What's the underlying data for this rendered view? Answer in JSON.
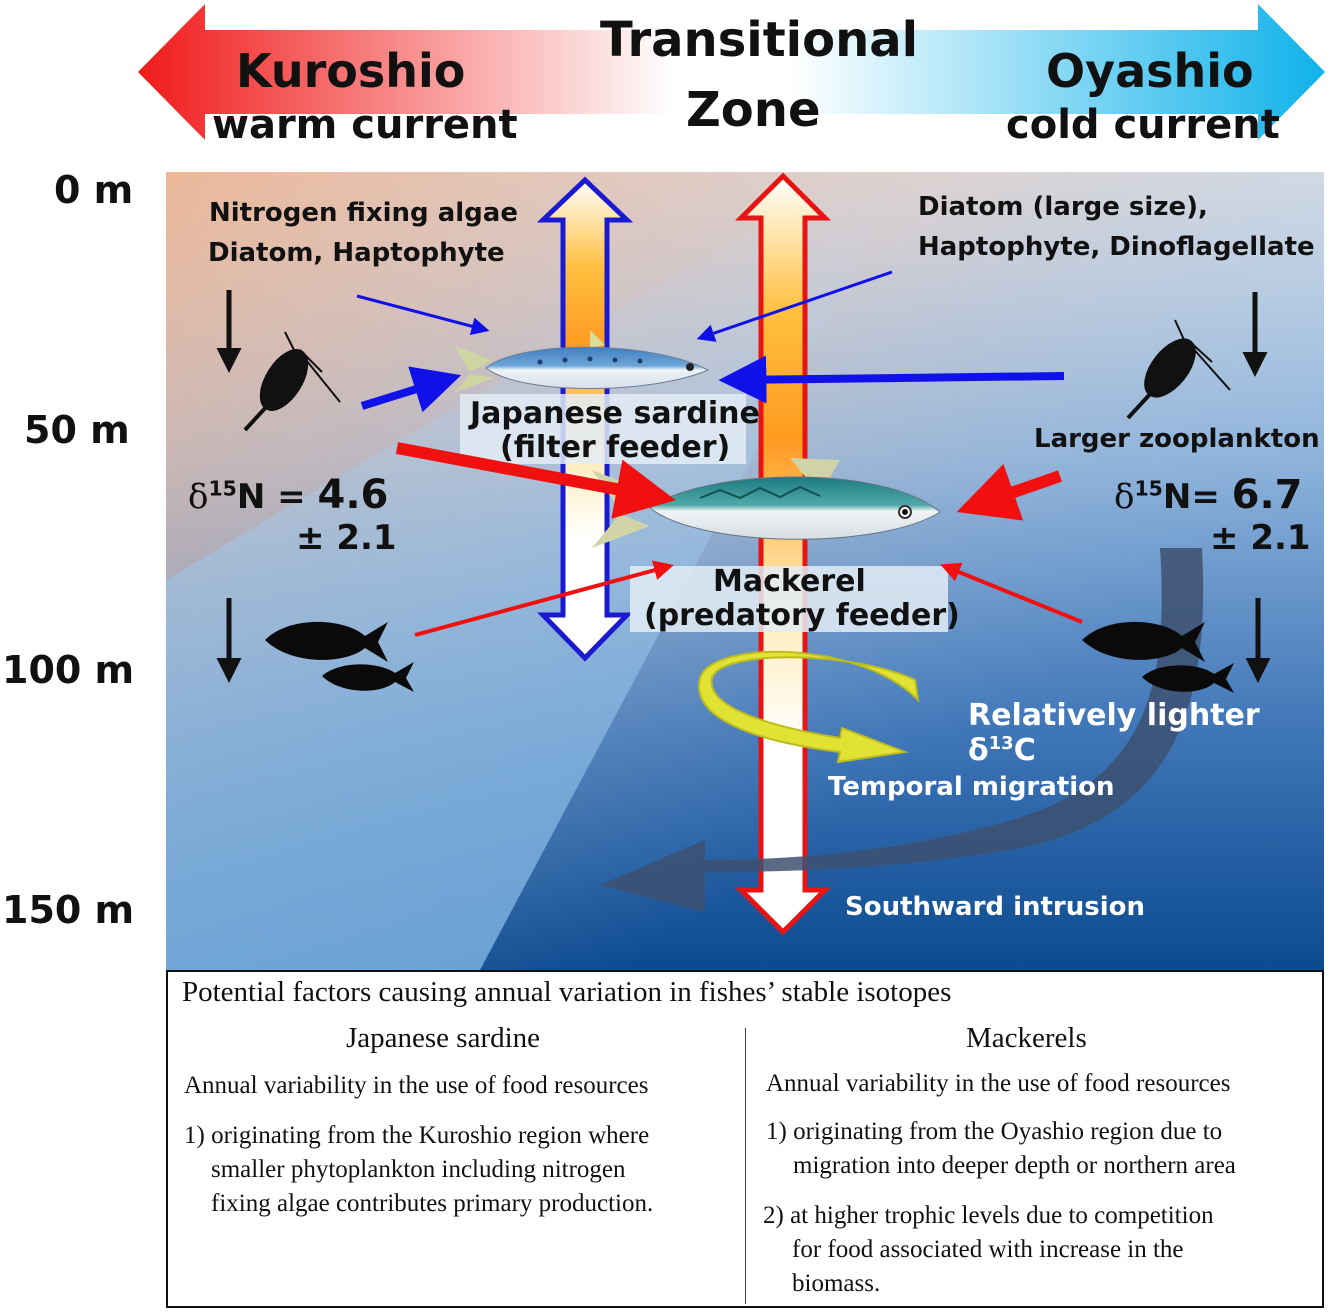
{
  "header": {
    "left_title": "Kuroshio",
    "left_subtitle": "warm current",
    "center_title_line1": "Transitional",
    "center_title_line2": "Zone",
    "right_title": "Oyashio",
    "right_subtitle": "cold current"
  },
  "depth_labels": [
    "0 m",
    "50 m",
    "100 m",
    "150 m"
  ],
  "left_side": {
    "phyto_line1": "Nitrogen fixing algae",
    "phyto_line2": "Diatom, Haptophyte",
    "delta_symbol": "δ",
    "delta_sup": "15",
    "delta_label": "N = ",
    "delta_value": "4.6",
    "delta_sd": "± 2.1"
  },
  "right_side": {
    "phyto_line1": "Diatom (large size),",
    "phyto_line2": "Haptophyte, Dinoflagellate",
    "zoo_label": "Larger zooplankton",
    "delta_symbol": "δ",
    "delta_sup": "15",
    "delta_label": "N= ",
    "delta_value": "6.7",
    "delta_sd": "± 2.1",
    "carbon_label": "Relatively lighter δ",
    "carbon_sup": "13",
    "carbon_unit": "C"
  },
  "fish": {
    "sardine_line1": "Japanese sardine",
    "sardine_line2": "(filter feeder)",
    "mackerel_line1": "Mackerel",
    "mackerel_line2": "(predatory feeder)"
  },
  "processes": {
    "temporal": "Temporal migration",
    "southward": "Southward intrusion"
  },
  "panel": {
    "title": "Potential factors causing annual variation in fishes’ stable isotopes",
    "left": {
      "heading": "Japanese sardine",
      "subheading": "Annual variability in the use of food resources",
      "item1_line1": "1) originating from the Kuroshio region where",
      "item1_line2": "smaller phytoplankton including nitrogen",
      "item1_line3": "fixing algae contributes primary production."
    },
    "right": {
      "heading": "Mackerels",
      "subheading": "Annual variability in the use of food resources",
      "item1_line1": "1) originating from the Oyashio region due to",
      "item1_line2": "migration into deeper depth or northern area",
      "item2_line1": "2) at higher trophic levels due to competition",
      "item2_line2": "for food associated with increase in the",
      "item2_line3": "biomass."
    }
  },
  "colors": {
    "warm": "#f01818",
    "cold": "#12b4ea",
    "ocean_top": "#c8d8ea",
    "ocean_bottom": "#0b4a8e",
    "feeding_blue": "#1010e8",
    "feeding_red": "#f01010"
  }
}
